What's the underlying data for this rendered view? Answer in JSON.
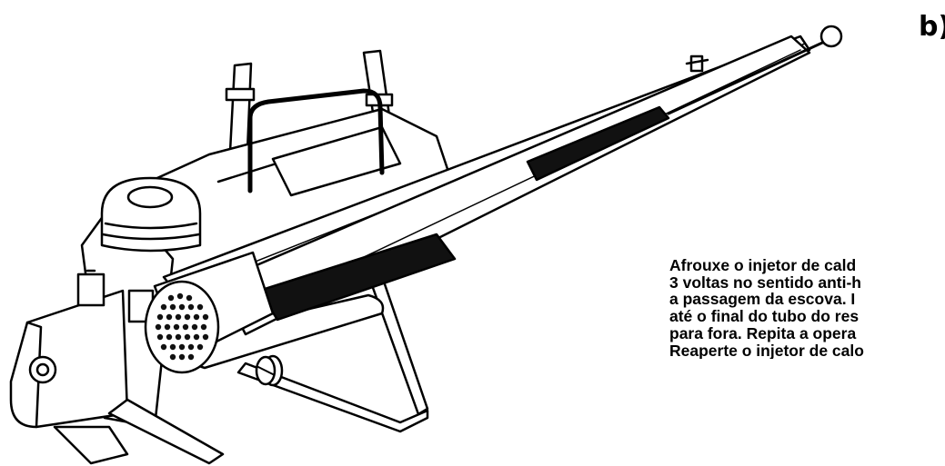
{
  "figure": {
    "panel_label": "b)",
    "instruction_lines": [
      "Afrouxe o injetor de cald",
      "3 voltas no sentido anti-h",
      "a passagem da escova. I",
      "até o final do tubo do res",
      "para fora. Repita a opera",
      "Reaperte o injetor de calo"
    ]
  },
  "colors": {
    "ink": "#000000",
    "paper": "#ffffff",
    "mesh": "#111111"
  }
}
